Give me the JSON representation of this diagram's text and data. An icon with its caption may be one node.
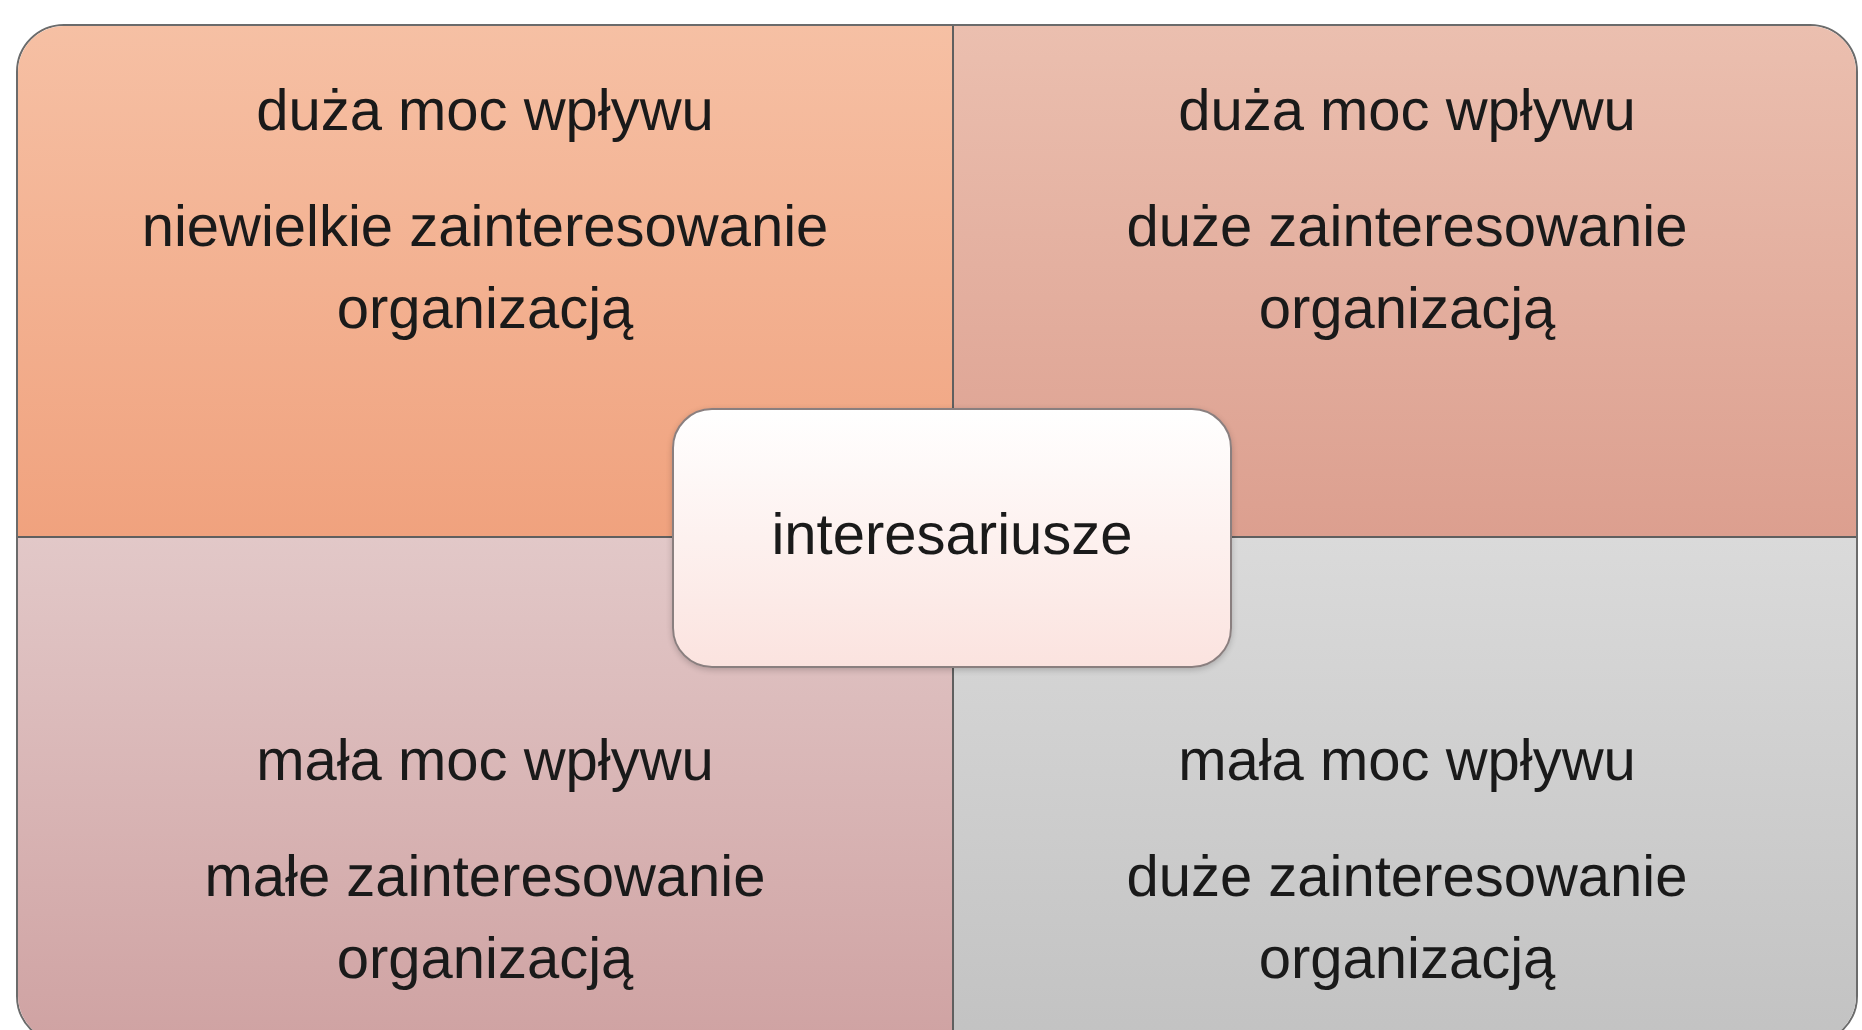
{
  "diagram": {
    "nodes": [
      {
        "text": [
          "duża moc wpływu",
          "niewielkie zainteresowanie organizacją"
        ]
      },
      {
        "text": [
          "duża moc wpływu",
          "duże zainteresowanie organizacją"
        ]
      },
      {
        "text": [
          "interesariusze"
        ]
      },
      {
        "text": [
          "mała moc wpływu",
          "małe zainteresowanie organizacją"
        ]
      },
      {
        "text": [
          "mała moc wpływu",
          "duże zainteresowanie organizacją"
        ]
      }
    ]
  }
}
